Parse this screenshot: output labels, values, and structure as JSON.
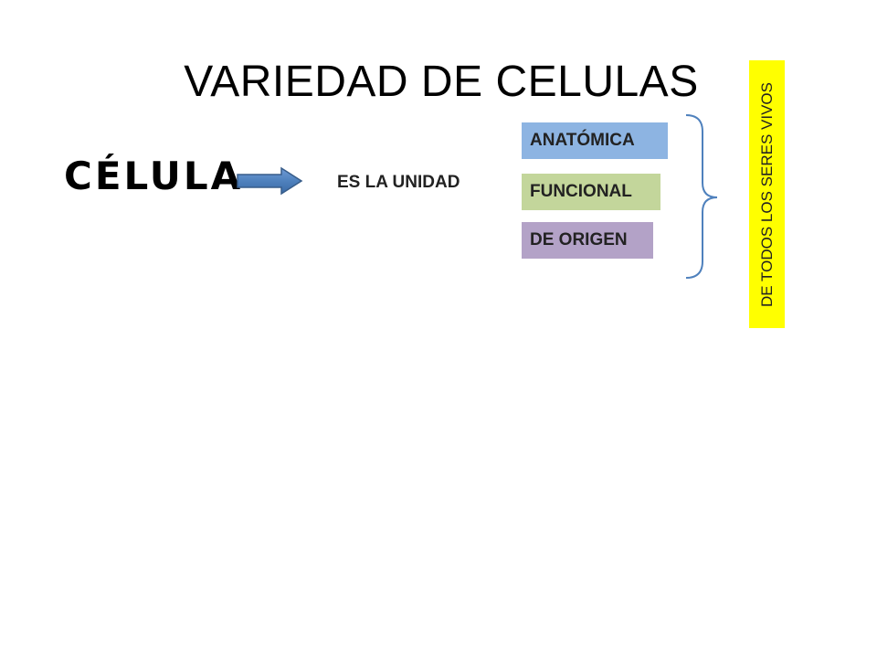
{
  "slide": {
    "title": "VARIEDAD DE CELULAS",
    "main_term": "CÉLULA",
    "connector_text": "ES LA UNIDAD",
    "boxes": [
      {
        "label": "ANATÓMICA",
        "color": "#8db4e2"
      },
      {
        "label": "FUNCIONAL",
        "color": "#c3d69b"
      },
      {
        "label": "DE ORIGEN",
        "color": "#b3a2c7"
      }
    ],
    "side_label": "DE TODOS LOS SERES VIVOS",
    "side_label_color": "#ffff00",
    "arrow_color": "#4f81bd",
    "brace_color": "#4f81bd"
  }
}
